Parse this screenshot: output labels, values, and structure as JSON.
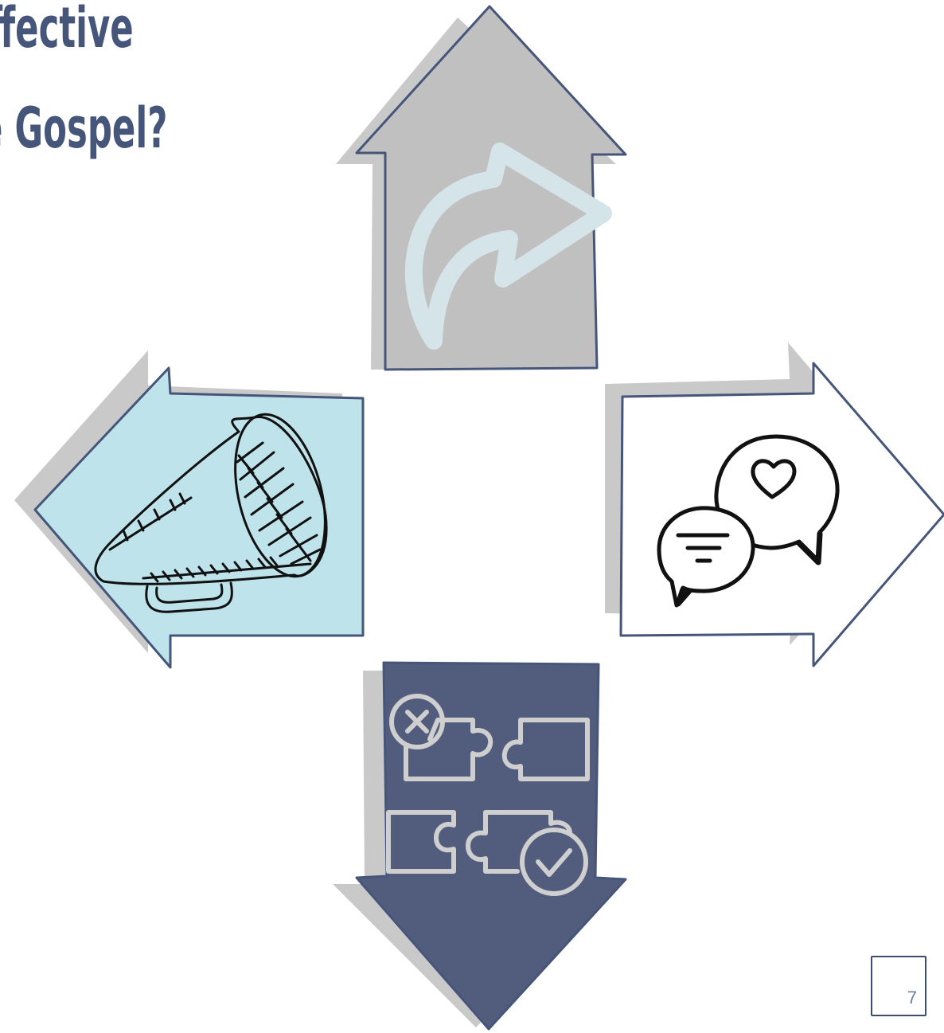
{
  "title": {
    "line1": "ffective",
    "line2": "e Gospel?"
  },
  "page_number": "7",
  "colors": {
    "title": "#46557a",
    "outline": "#46557a",
    "shadow": "#c9c9c9",
    "up_arrow": "#c0c0c0",
    "up_icon": "#d4e4e8",
    "left_arrow": "#bfe3ea",
    "right_arrow": "#ffffff",
    "down_arrow": "#525c7c",
    "down_icons": "#cfcfcf"
  },
  "icons": {
    "up": "curved-share-arrow-icon",
    "left": "megaphone-icon",
    "right": "chat-bubbles-heart-icon",
    "down": "puzzle-pieces-check-icon"
  }
}
